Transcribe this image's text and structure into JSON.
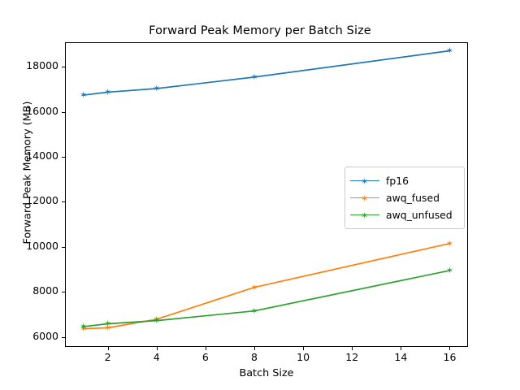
{
  "chart_data": {
    "type": "line",
    "title": "Forward Peak Memory per Batch Size",
    "xlabel": "Batch Size",
    "ylabel": "Forward Peak Memory (MB)",
    "x": [
      1,
      2,
      4,
      8,
      16
    ],
    "xlim": [
      0.25,
      16.75
    ],
    "ylim": [
      5550,
      19100
    ],
    "xticks": [
      2,
      4,
      6,
      8,
      10,
      12,
      14,
      16
    ],
    "xtick_labels": [
      "2",
      "4",
      "6",
      "8",
      "10",
      "12",
      "14",
      "16"
    ],
    "yticks": [
      6000,
      8000,
      10000,
      12000,
      14000,
      16000,
      18000
    ],
    "ytick_labels": [
      "6000",
      "8000",
      "10000",
      "12000",
      "14000",
      "16000",
      "18000"
    ],
    "grid": false,
    "legend_position": "center right",
    "marker": "star",
    "series": [
      {
        "name": "fp16",
        "color": "#1f77b4",
        "values": [
          16750,
          16880,
          17040,
          17550,
          18720
        ]
      },
      {
        "name": "awq_fused",
        "color": "#ff7f0e",
        "values": [
          6360,
          6400,
          6780,
          8200,
          10150
        ]
      },
      {
        "name": "awq_unfused",
        "color": "#2ca02c",
        "values": [
          6450,
          6580,
          6720,
          7150,
          8950
        ]
      }
    ]
  },
  "legend": {
    "items": [
      {
        "label": "fp16"
      },
      {
        "label": "awq_fused"
      },
      {
        "label": "awq_unfused"
      }
    ]
  }
}
